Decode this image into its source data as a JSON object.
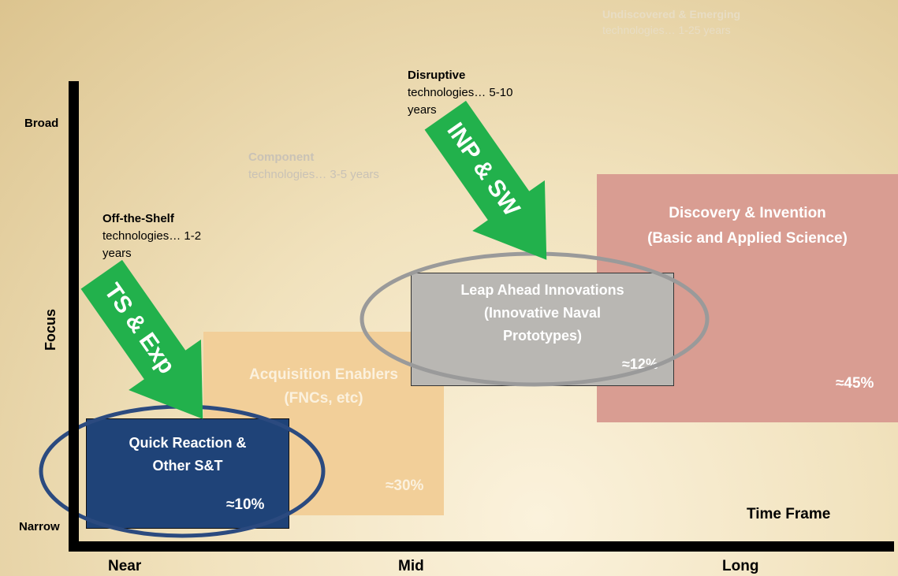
{
  "labels": {
    "undiscovered_title": "Undiscovered & Emerging",
    "undiscovered_sub": "technologies… 1-25 years",
    "disruptive_title": "Disruptive",
    "disruptive_sub": "technologies… 5-10 years",
    "component_title": "Component",
    "component_sub": "technologies… 3-5 years",
    "offshelf_title": "Off-the-Shelf",
    "offshelf_sub": "technologies… 1-2 years"
  },
  "boxes": {
    "discovery": {
      "line1": "Discovery & Invention",
      "line2": "(Basic and Applied  Science)",
      "pct": "≈45%",
      "color": "#d99d92"
    },
    "leap": {
      "line1": "Leap Ahead Innovations",
      "line2": "(Innovative Naval",
      "line3": "Prototypes)",
      "pct": "≈12%",
      "color": "#b9b7b3"
    },
    "acquisition": {
      "line1": "Acquisition Enablers",
      "line2": "(FNCs, etc)",
      "pct": "≈30%",
      "color": "#f2cf99"
    },
    "quick": {
      "line1": "Quick Reaction &",
      "line2": "Other S&T",
      "pct": "≈10%",
      "color": "#1f4378"
    }
  },
  "arrows": {
    "inp": {
      "label": "INP & SW",
      "color": "#22b14c"
    },
    "ts": {
      "label": "TS & Exp",
      "color": "#22b14c"
    }
  },
  "axes": {
    "y_label": "Focus",
    "y_top": "Broad",
    "y_bottom": "Narrow",
    "x_label": "Time Frame",
    "x_ticks": [
      "Near",
      "Mid",
      "Long"
    ]
  }
}
